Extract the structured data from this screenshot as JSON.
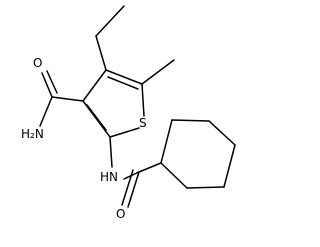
{
  "diagram": {
    "atom_labels": {
      "amide_nh2": "H₂N",
      "amide_o_top": "O",
      "sulfur": "S",
      "amine_nh": "HN",
      "amide_o_bottom": "O"
    }
  },
  "colors": {
    "bond": "#000000",
    "background": "#ffffff"
  }
}
